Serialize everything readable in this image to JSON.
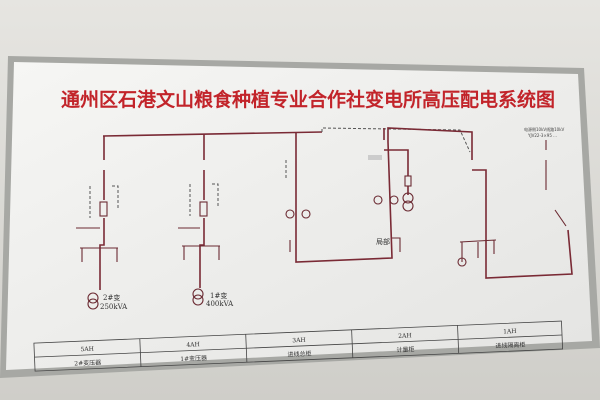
{
  "title": "通州区石港文山粮食种植专业合作社变电所高压配电系统图",
  "transformers": [
    {
      "name": "2#变",
      "rating": "250kVA"
    },
    {
      "name": "1#变",
      "rating": "400kVA"
    }
  ],
  "local_label": "局部",
  "note_lines": [
    "电源侧10kV线路10kV",
    "YJV22-3×95 ..."
  ],
  "cabinets": [
    {
      "code": "5AH",
      "name": "2#变压器"
    },
    {
      "code": "4AH",
      "name": "1#变压器"
    },
    {
      "code": "3AH",
      "name": "进线总柜"
    },
    {
      "code": "2AH",
      "name": "计量柜"
    },
    {
      "code": "1AH",
      "name": "进线隔离柜"
    }
  ],
  "colors": {
    "title": "#c2242a",
    "lines": "#7a2a35",
    "frame": "#9a9b97",
    "board": "#f1f1ef"
  }
}
